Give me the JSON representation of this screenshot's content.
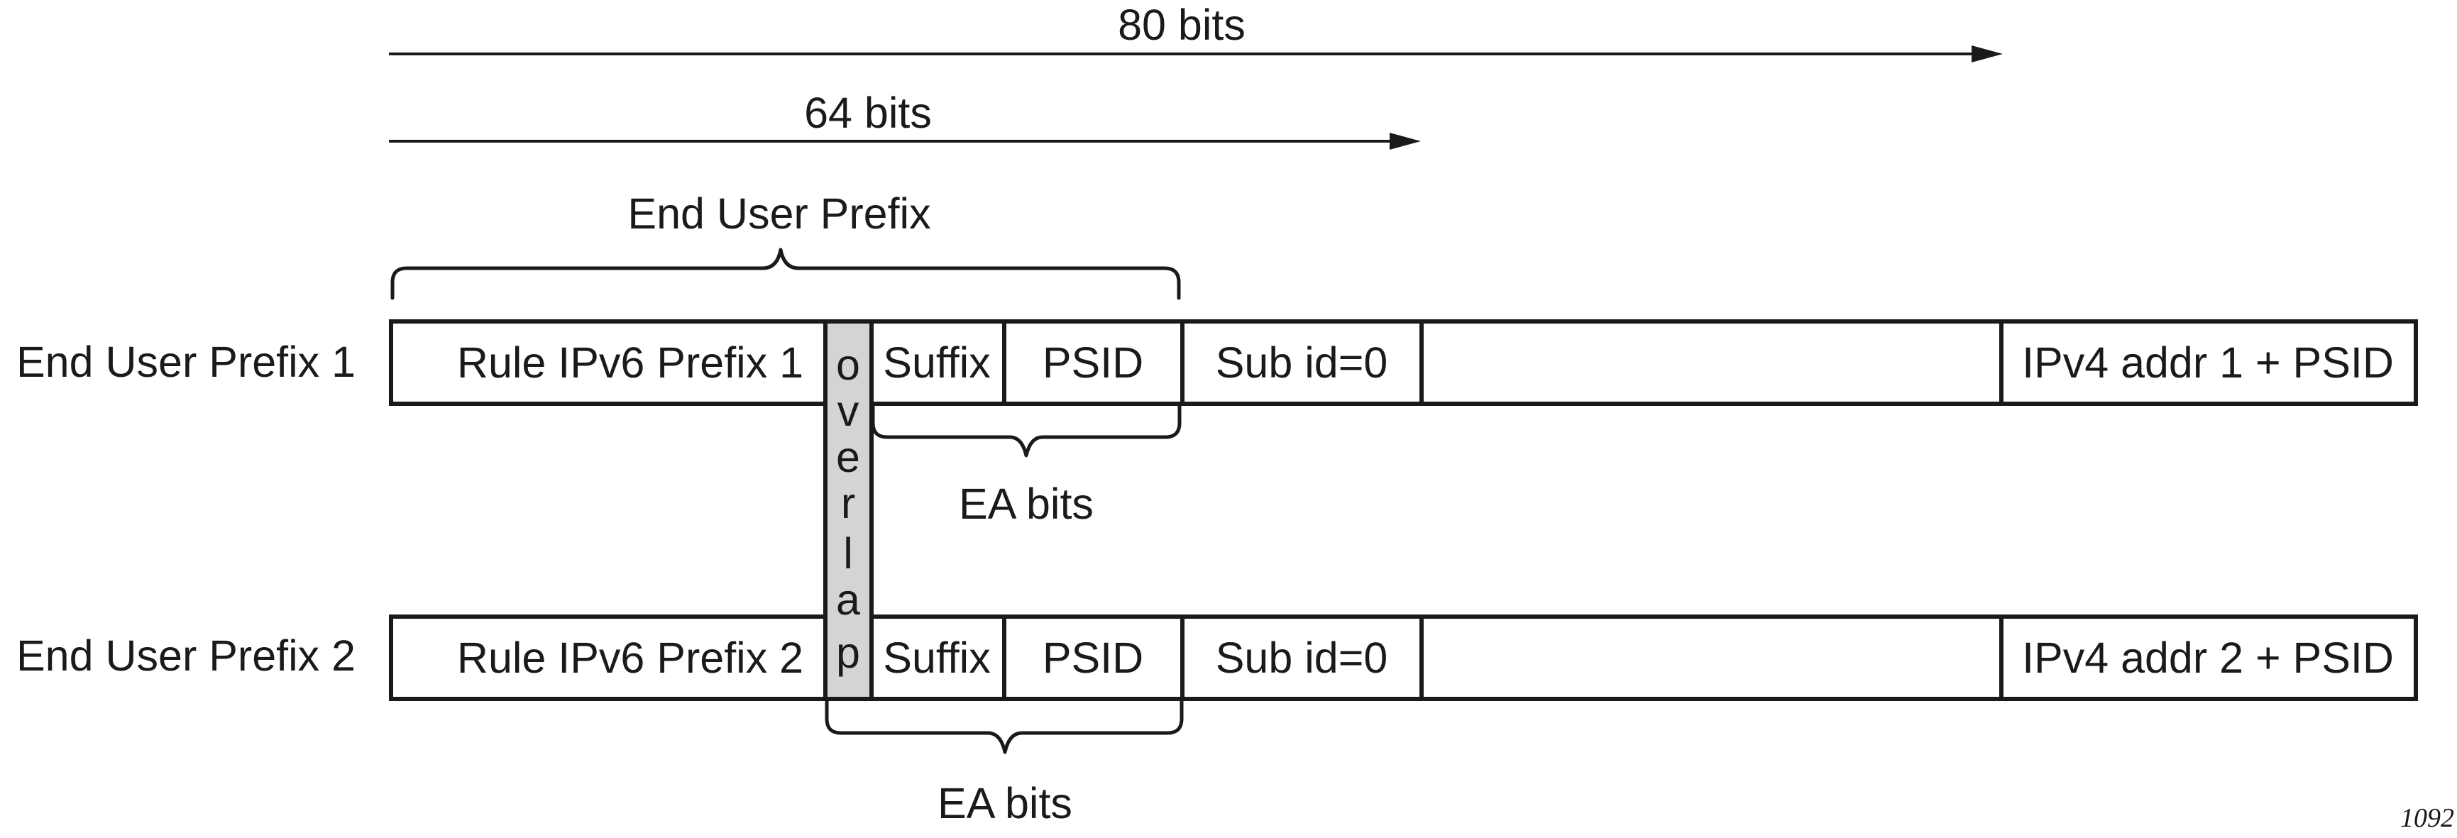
{
  "arrows": {
    "bits_80": "80 bits",
    "bits_64": "64 bits"
  },
  "end_user_prefix_brace_label": "End User Prefix",
  "rows": [
    {
      "label": "End User Prefix 1",
      "rule_prefix": "Rule IPv6 Prefix 1",
      "suffix": "Suffix",
      "psid": "PSID",
      "sub_id": "Sub id=0",
      "blank": "",
      "ipv4": "IPv4 addr 1 + PSID"
    },
    {
      "label": "End User Prefix 2",
      "rule_prefix": "Rule IPv6 Prefix 2",
      "suffix": "Suffix",
      "psid": "PSID",
      "sub_id": "Sub id=0",
      "blank": "",
      "ipv4": "IPv4 addr 2 + PSID"
    }
  ],
  "overlap_letters": [
    "o",
    "v",
    "e",
    "r",
    "l",
    "a",
    "p"
  ],
  "ea_bits_labels": [
    "EA bits",
    "EA bits"
  ],
  "figure_id": "1092",
  "colors": {
    "stroke": "#1a1a1a",
    "overlap_fill": "#d4d4d4",
    "background": "#ffffff"
  }
}
